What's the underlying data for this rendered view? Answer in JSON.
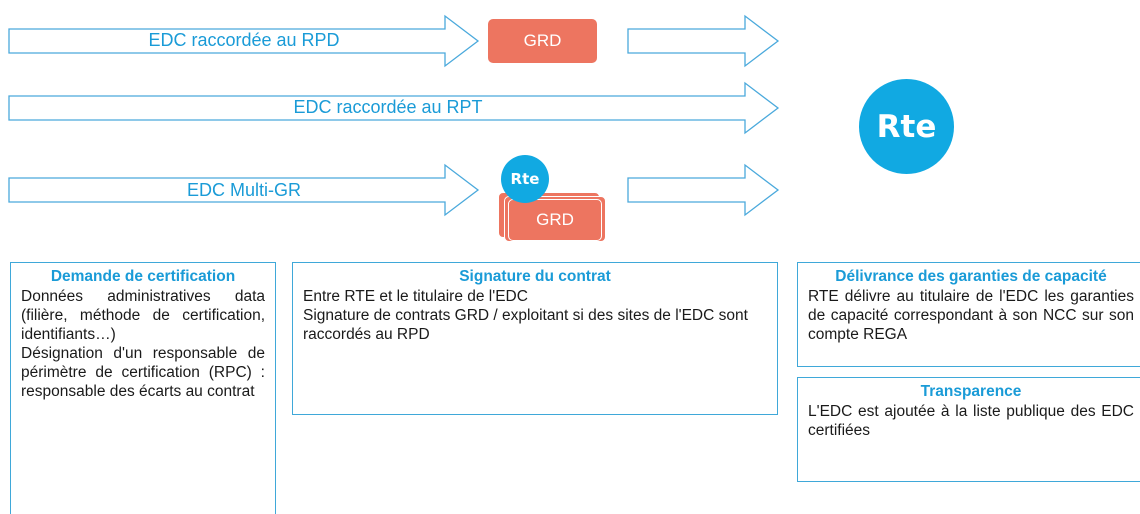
{
  "flows": [
    {
      "label": "EDC raccordée au RPD"
    },
    {
      "label": "EDC raccordée au RPT"
    },
    {
      "label": "EDC Multi-GR"
    }
  ],
  "grd": {
    "label": "GRD"
  },
  "rte_logo": {
    "text": "Rte"
  },
  "panels": {
    "demande": {
      "title": "Demande de certification",
      "lines": [
        "Données administratives data (filière, méthode de certification, identifiants…)",
        "Désignation d'un responsable de périmètre de certification (RPC) : responsable des écarts au contrat"
      ]
    },
    "signature": {
      "title": "Signature du contrat",
      "lines": [
        "Entre RTE et le titulaire de l'EDC",
        "Signature de contrats GRD / exploitant si des sites de l'EDC sont raccordés au RPD"
      ]
    },
    "delivrance": {
      "title": "Délivrance des garanties de capacité",
      "lines": [
        "RTE délivre au titulaire de l'EDC les garanties de capacité correspondant à son NCC sur son compte REGA"
      ]
    },
    "transparence": {
      "title": "Transparence",
      "lines": [
        "L'EDC est ajoutée à la liste publique des EDC certifiées"
      ]
    }
  },
  "colors": {
    "arrow": "#4aa9dc",
    "grd": "#ed7560",
    "rte": "#11a9e2",
    "title": "#1a9bd7"
  }
}
